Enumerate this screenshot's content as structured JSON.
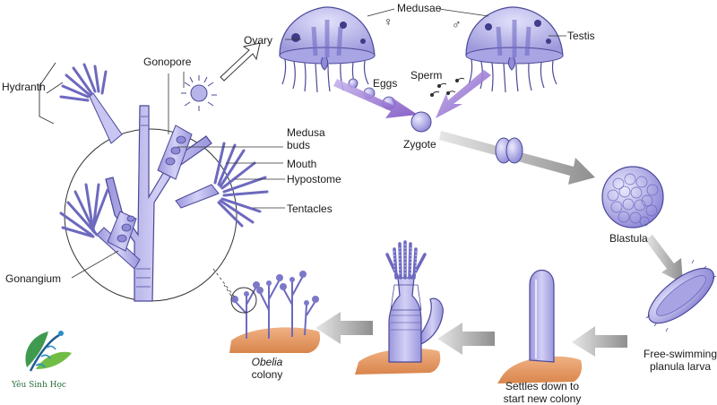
{
  "labels": {
    "medusae": "Medusae",
    "ovary": "Ovary",
    "testis": "Testis",
    "female_symbol": "♀",
    "male_symbol": "♂",
    "eggs": "Eggs",
    "sperm": "Sperm",
    "zygote": "Zygote",
    "blastula": "Blastula",
    "planula_1": "Free-swimming",
    "planula_2": "planula larva",
    "settles_1": "Settles down to",
    "settles_2": "start new colony",
    "obelia": "Obelia",
    "colony": "colony",
    "hydranth": "Hydranth",
    "gonopore": "Gonopore",
    "medusa_buds_1": "Medusa",
    "medusa_buds_2": "buds",
    "mouth": "Mouth",
    "hypostome": "Hypostome",
    "tentacles": "Tentacles",
    "gonangium": "Gonangium"
  },
  "logo": {
    "text": "Yêu Sinh Học"
  },
  "colors": {
    "body": "#b7b4ea",
    "body_dark": "#7c78c9",
    "outline": "#4b4898",
    "arrow_gray": "#9c9c9c",
    "arrow_purple": "#8b63c9",
    "ground": "#e79a62"
  }
}
